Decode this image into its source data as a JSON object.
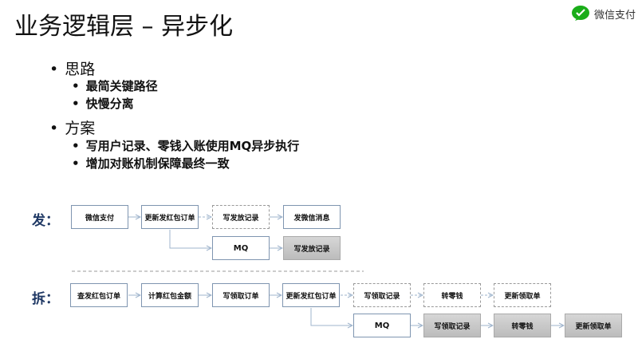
{
  "title": "业务逻辑层 – 异步化",
  "logo": {
    "label": "微信支付",
    "icon": "wechat-pay-icon",
    "color": "#1aad19"
  },
  "bullets": [
    {
      "label": "思路",
      "children": [
        "最简关键路径",
        "快慢分离"
      ]
    },
    {
      "label": "方案",
      "children": [
        "写用户记录、零钱入账使用MQ异步执行",
        "增加对账机制保障最终一致"
      ]
    }
  ],
  "send": {
    "label": "发：",
    "row1": [
      "微信支付",
      "更新发红包订单",
      "写发放记录",
      "发微信消息"
    ],
    "row2": [
      "MQ",
      "写发放记录"
    ]
  },
  "open": {
    "label": "拆：",
    "row1": [
      "查发红包订单",
      "计算红包金额",
      "写领取订单",
      "更新发红包订单",
      "写领取记录",
      "转零钱",
      "更新领取单"
    ],
    "row2": [
      "MQ",
      "写领取记录",
      "转零钱",
      "更新领取单"
    ]
  },
  "bullet_char": "•"
}
